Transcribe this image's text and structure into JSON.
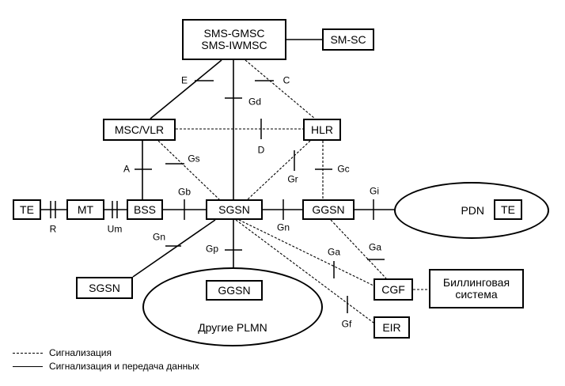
{
  "nodes": {
    "sms_gmsc": {
      "line1": "SMS-GMSC",
      "line2": "SMS-IWMSC"
    },
    "sm_sc": "SM-SC",
    "msc_vlr": "MSC/VLR",
    "hlr": "HLR",
    "te_left": "TE",
    "mt": "MT",
    "bss": "BSS",
    "sgsn": "SGSN",
    "ggsn": "GGSN",
    "pdn": "PDN",
    "te_right": "TE",
    "sgsn_remote": "SGSN",
    "ggsn_other": "GGSN",
    "other_plmn": "Другие PLMN",
    "cgf": "CGF",
    "billing": {
      "line1": "Биллинговая",
      "line2": "система"
    },
    "eir": "EIR"
  },
  "interfaces": {
    "e": "E",
    "c": "C",
    "gd": "Gd",
    "d": "D",
    "gs": "Gs",
    "a": "A",
    "gr": "Gr",
    "gc": "Gc",
    "gb": "Gb",
    "gi": "Gi",
    "r": "R",
    "um": "Um",
    "gn_ggsn": "Gn",
    "gn_remote": "Gn",
    "gp": "Gp",
    "ga_sgsn": "Ga",
    "ga_ggsn": "Ga",
    "gf": "Gf"
  },
  "legend": {
    "signaling": "Сигнализация",
    "signaling_data": "Сигнализация и передача данных"
  }
}
